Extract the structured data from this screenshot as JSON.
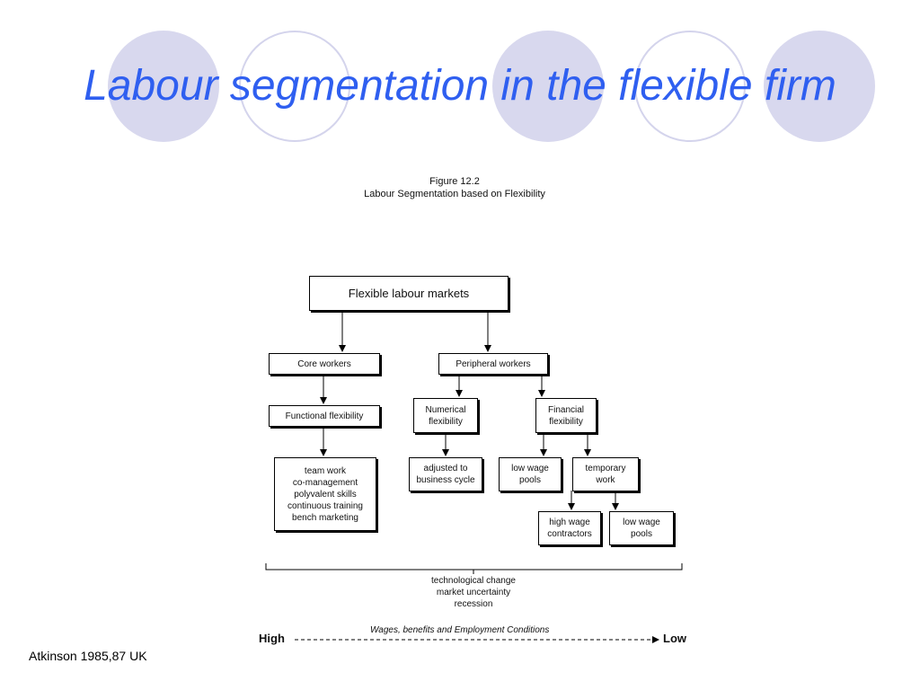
{
  "title": "Labour segmentation in the flexible firm",
  "figure": {
    "number": "Figure 12.2",
    "caption": "Labour Segmentation based on Flexibility"
  },
  "nodes": {
    "flexible_labour_markets": "Flexible labour markets",
    "core_workers": "Core workers",
    "peripheral_workers": "Peripheral workers",
    "functional_flexibility": "Functional flexibility",
    "numerical_flexibility": "Numerical\nflexibility",
    "financial_flexibility": "Financial\nflexibility",
    "core_practices": "team work\nco-management\npolyvalent skills\ncontinuous training\nbench marketing",
    "adjusted_cycle": "adjusted to\nbusiness cycle",
    "low_wage_pools_1": "low wage\npools",
    "temporary_work": "temporary\nwork",
    "high_wage_contractors": "high wage\ncontractors",
    "low_wage_pools_2": "low wage\npools"
  },
  "drivers": "technological change\nmarket uncertainty\nrecession",
  "scale": {
    "high": "High",
    "low": "Low",
    "caption": "Wages, benefits and Employment Conditions"
  },
  "citation": "Atkinson 1985,87 UK",
  "colors": {
    "title": "#2f5ff0",
    "circle_fill": "#d8d8ee",
    "circle_outline": "#d4d4ec"
  }
}
